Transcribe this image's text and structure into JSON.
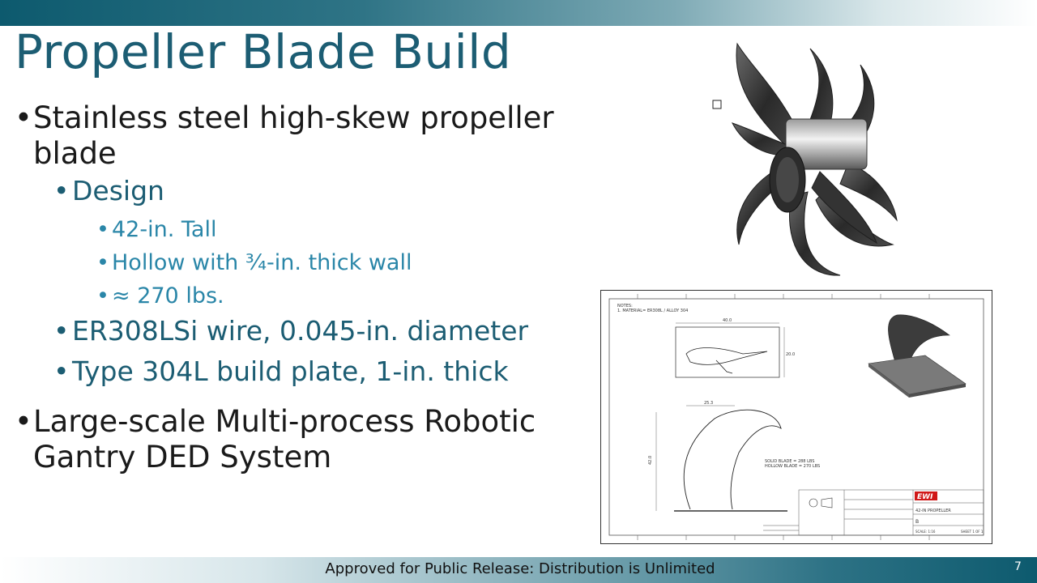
{
  "slide": {
    "title": "Propeller Blade Build",
    "bullet1": "Stainless steel high-skew propeller blade",
    "bullet1_sub": {
      "design": "Design",
      "design_items": [
        "42-in. Tall",
        "Hollow with ¾-in. thick wall",
        "≈ 270 lbs."
      ],
      "wire": "ER308LSi wire, 0.045-in. diameter",
      "plate": "Type 304L build plate, 1-in. thick"
    },
    "bullet2": "Large-scale Multi-process Robotic Gantry DED System",
    "footer": "Approved for Public Release: Distribution is Unlimited",
    "page_number": "7"
  },
  "drawing": {
    "notes_heading": "NOTES:",
    "notes_line": "1. MATERIAL= ER308L / ALLOY 304",
    "dim_top": "40.0",
    "dim_side": "20.0",
    "dim_width": "25.3",
    "dim_height": "42.0",
    "weight_solid": "SOLID BLADE = 288 LBS",
    "weight_hollow": "HOLLOW BLADE = 270 LBS",
    "company_logo": "EWI",
    "drawing_title": "42-IN PROPELLER",
    "size_code": "B",
    "scale_text": "SCALE: 1:16",
    "sheet_text": "SHEET 1 OF 1"
  },
  "colors": {
    "title": "#1c5d73",
    "sub_bullet": "#1c5d73",
    "sub_sub_bullet": "#2a86a8",
    "bar_dark": "#0d5a6e"
  }
}
